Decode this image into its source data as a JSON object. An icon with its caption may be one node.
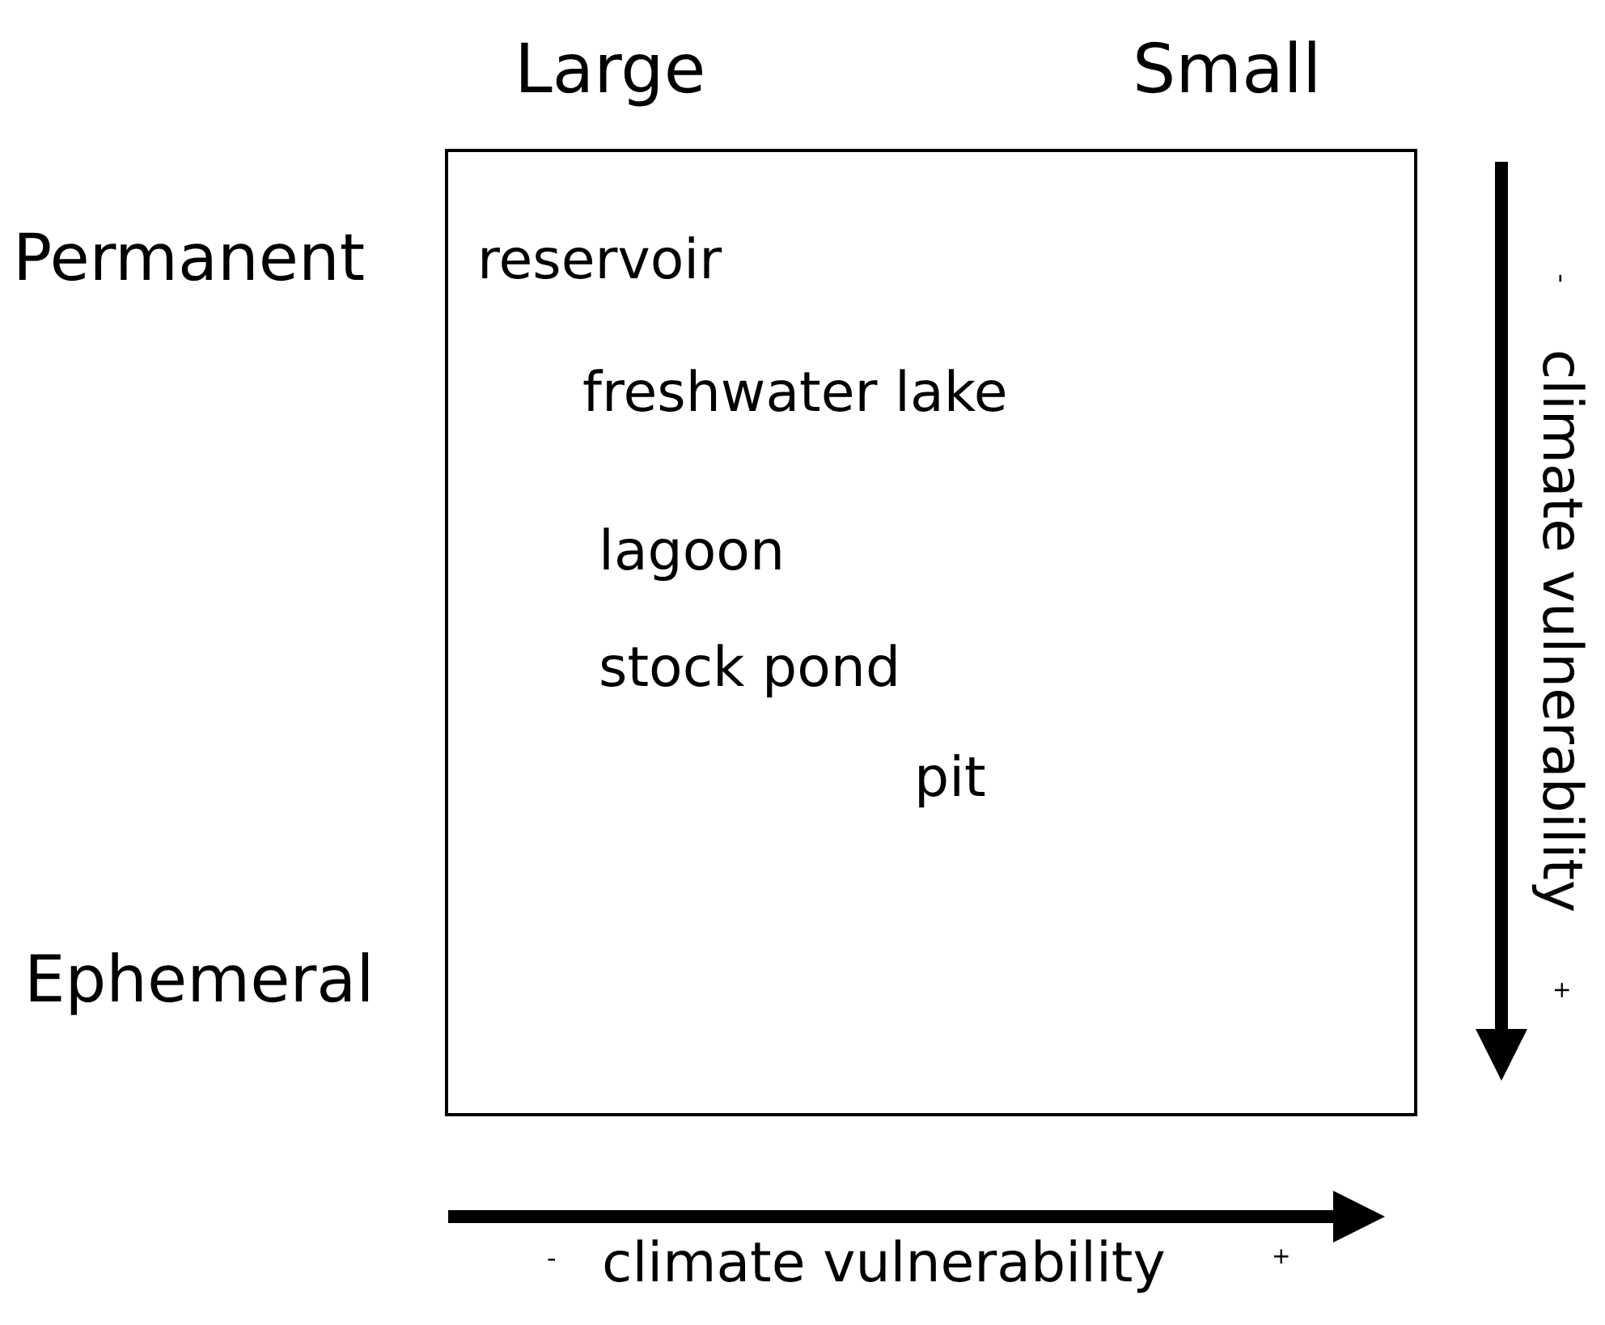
{
  "diagram": {
    "nodes": [
      {
        "text": [
          "reservoir",
          "freshwater lake",
          "lagoon",
          "stock pond",
          "pit"
        ]
      }
    ],
    "edges": [],
    "labels": [
      "Large",
      "Small",
      "Permanent",
      "-",
      "climate vulnerability",
      "+",
      "Ephemeral",
      "-",
      "climate vulnerability",
      "+"
    ]
  }
}
